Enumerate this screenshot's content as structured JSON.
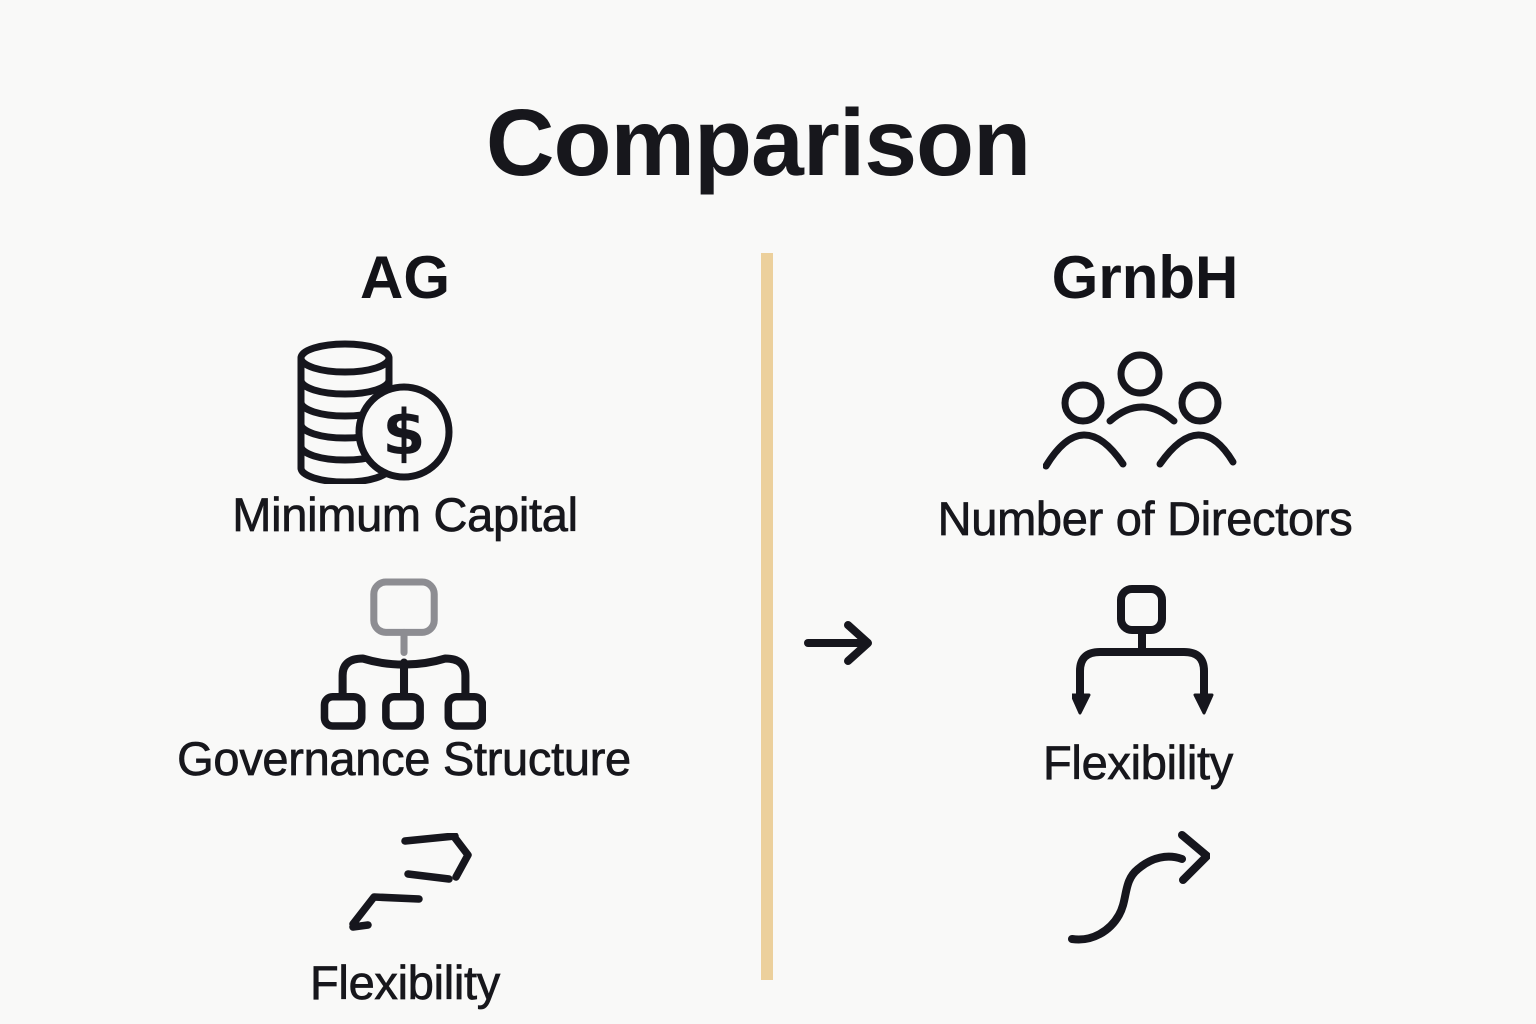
{
  "title": "Comparison",
  "colors": {
    "background": "#f9f9f8",
    "text": "#17171c",
    "divider": "#ecd09c",
    "icon_stroke": "#16161d",
    "org_chart_top_box": "#8d8d92"
  },
  "divider": {
    "connector_icon": "right-arrow-icon"
  },
  "columns": [
    {
      "header": "AG",
      "items": [
        {
          "icon": "coins-dollar-icon",
          "symbol": "$",
          "label": "Minimum Capital"
        },
        {
          "icon": "org-chart-icon",
          "label": "Governance Structure"
        },
        {
          "icon": "swap-arrows-icon",
          "label": "Flexibility"
        }
      ]
    },
    {
      "header": "GrnbH",
      "items": [
        {
          "icon": "people-group-icon",
          "label": "Number of Directors"
        },
        {
          "icon": "branch-arrows-icon",
          "label": "Flexibility"
        },
        {
          "icon": "curved-growth-arrow-icon",
          "label": ""
        }
      ]
    }
  ]
}
